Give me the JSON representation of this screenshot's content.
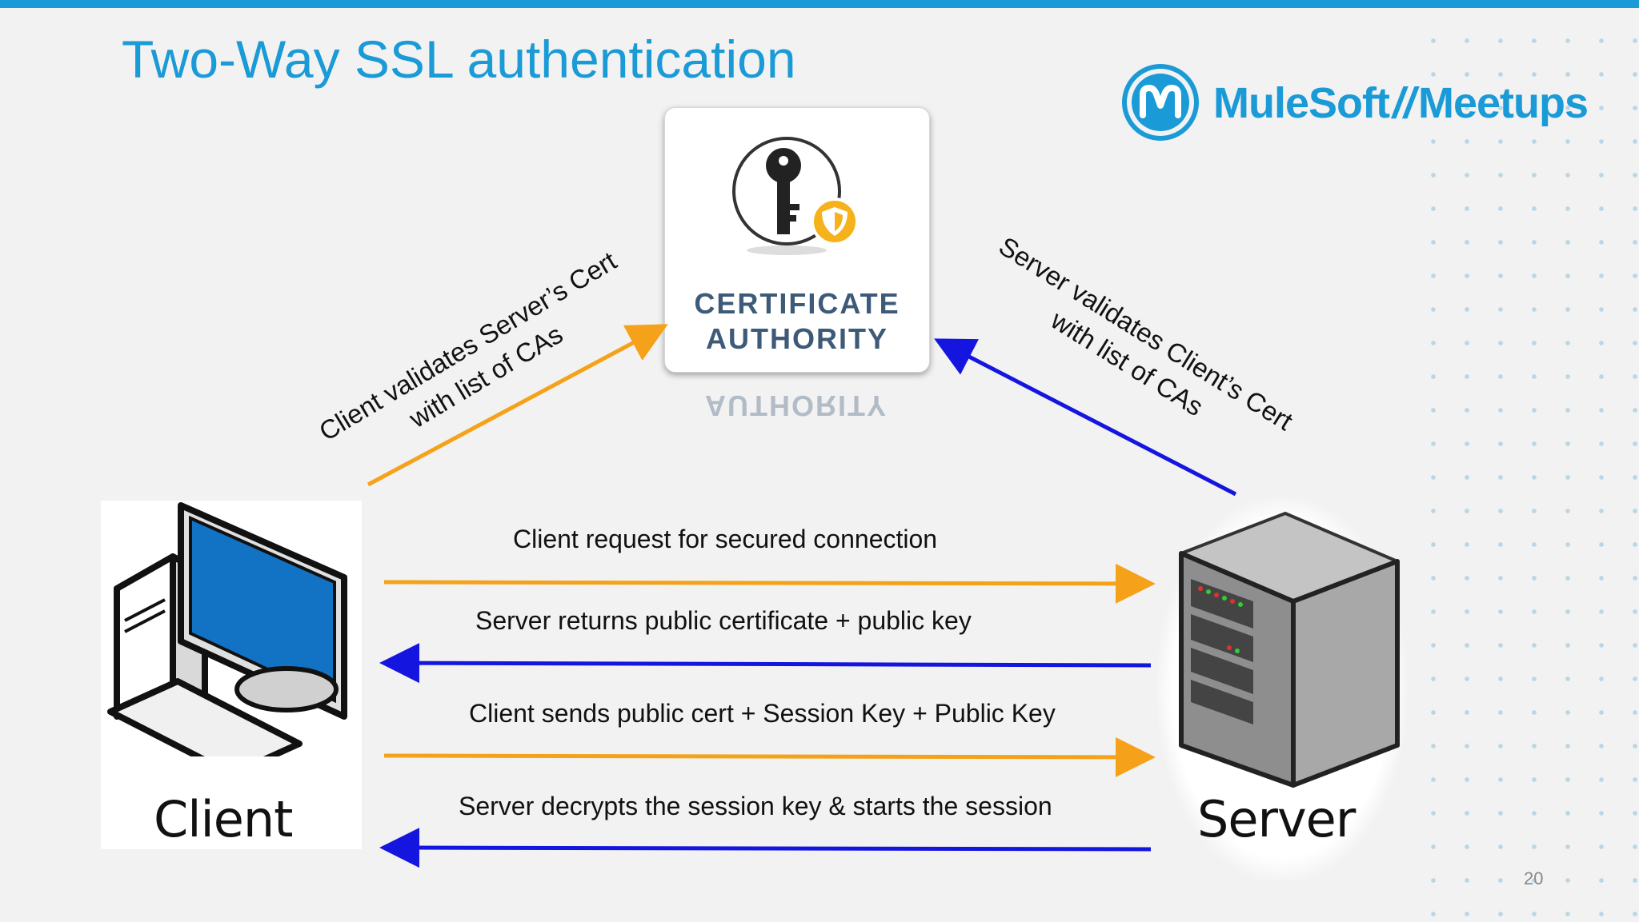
{
  "slide": {
    "title": "Two-Way SSL authentication",
    "page_number": "20"
  },
  "logo": {
    "brand": "MuleSoft",
    "separator": "//",
    "product": "Meetups"
  },
  "certificate_authority": {
    "line1": "CERTIFICATE",
    "line2": "AUTHORITY",
    "reflection": "AUTHORITY"
  },
  "client": {
    "label": "Client"
  },
  "server": {
    "label": "Server"
  },
  "diagonal_labels": {
    "client_validates": [
      "Client validates Server’s Cert",
      "with list of CAs"
    ],
    "server_validates": [
      "Server validates Client’s Cert",
      "with list of CAs"
    ]
  },
  "messages": [
    {
      "text": "Client request for secured connection",
      "direction": "client-to-server",
      "color": "#f5a21a"
    },
    {
      "text": "Server returns public certificate + public key",
      "direction": "server-to-client",
      "color": "#1515e0"
    },
    {
      "text": "Client sends public cert + Session Key + Public Key",
      "direction": "client-to-server",
      "color": "#f5a21a"
    },
    {
      "text": "Server decrypts the session key & starts the session",
      "direction": "server-to-client",
      "color": "#1515e0"
    }
  ],
  "colors": {
    "accent": "#1a9ad6",
    "orange_arrow": "#f5a21a",
    "blue_arrow": "#1515e0",
    "ca_text": "#3d5a78"
  }
}
